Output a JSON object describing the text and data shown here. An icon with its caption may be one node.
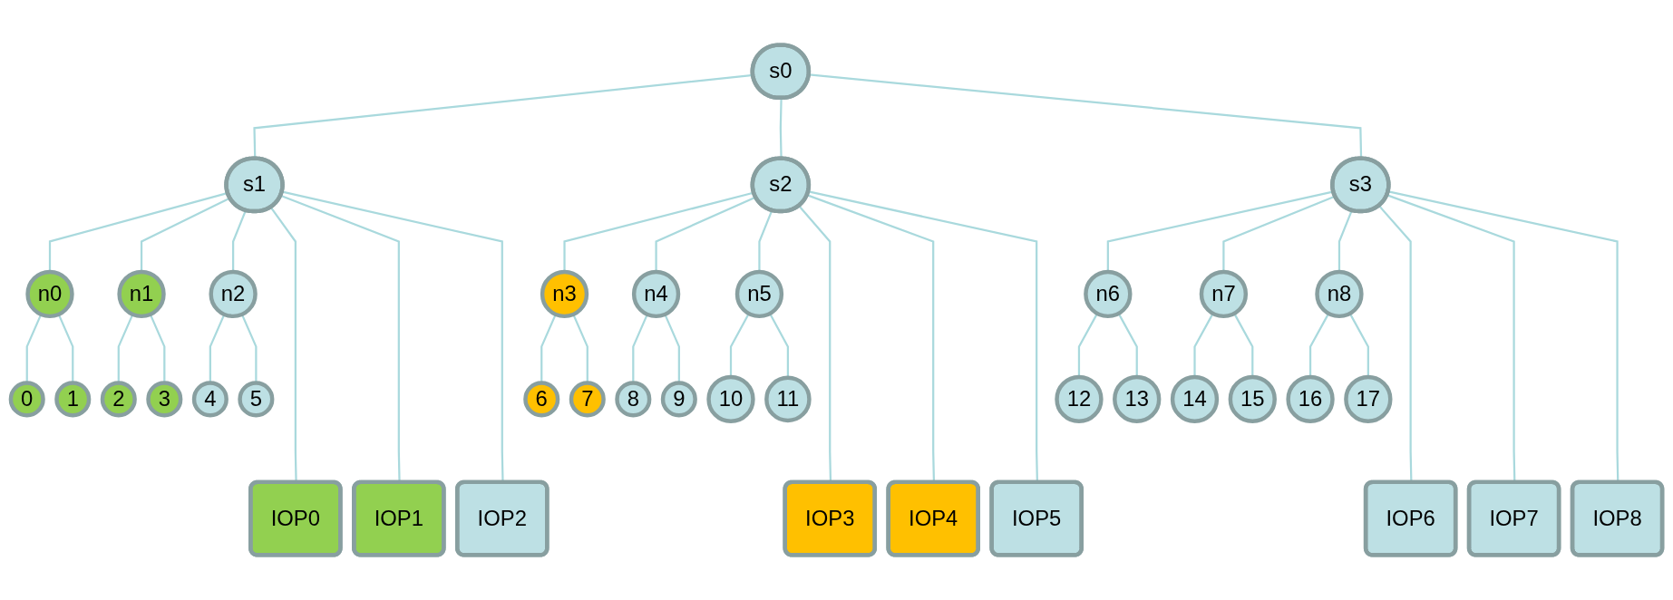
{
  "diagram": {
    "nodes": [
      {
        "text": [
          "s0"
        ]
      },
      {
        "text": [
          "s1"
        ]
      },
      {
        "text": [
          "s2"
        ]
      },
      {
        "text": [
          "s3"
        ]
      },
      {
        "text": [
          "n0"
        ]
      },
      {
        "text": [
          "n1"
        ]
      },
      {
        "text": [
          "n2"
        ]
      },
      {
        "text": [
          "n3"
        ]
      },
      {
        "text": [
          "n4"
        ]
      },
      {
        "text": [
          "n5"
        ]
      },
      {
        "text": [
          "n6"
        ]
      },
      {
        "text": [
          "n7"
        ]
      },
      {
        "text": [
          "n8"
        ]
      },
      {
        "text": [
          "0"
        ]
      },
      {
        "text": [
          "1"
        ]
      },
      {
        "text": [
          "2"
        ]
      },
      {
        "text": [
          "3"
        ]
      },
      {
        "text": [
          "4"
        ]
      },
      {
        "text": [
          "5"
        ]
      },
      {
        "text": [
          "6"
        ]
      },
      {
        "text": [
          "7"
        ]
      },
      {
        "text": [
          "8"
        ]
      },
      {
        "text": [
          "9"
        ]
      },
      {
        "text": [
          "10"
        ]
      },
      {
        "text": [
          "11"
        ]
      },
      {
        "text": [
          "12"
        ]
      },
      {
        "text": [
          "13"
        ]
      },
      {
        "text": [
          "14"
        ]
      },
      {
        "text": [
          "15"
        ]
      },
      {
        "text": [
          "16"
        ]
      },
      {
        "text": [
          "17"
        ]
      },
      {
        "text": [
          "IOP0"
        ]
      },
      {
        "text": [
          "IOP1"
        ]
      },
      {
        "text": [
          "IOP2"
        ]
      },
      {
        "text": [
          "IOP3"
        ]
      },
      {
        "text": [
          "IOP4"
        ]
      },
      {
        "text": [
          "IOP5"
        ]
      },
      {
        "text": [
          "IOP6"
        ]
      },
      {
        "text": [
          "IOP7"
        ]
      },
      {
        "text": [
          "IOP8"
        ]
      }
    ],
    "edges": [
      {
        "from": 0,
        "to": 1,
        "arrow": "none"
      },
      {
        "from": 0,
        "to": 2,
        "arrow": "none"
      },
      {
        "from": 0,
        "to": 3,
        "arrow": "none"
      },
      {
        "from": 1,
        "to": 4,
        "arrow": "none"
      },
      {
        "from": 1,
        "to": 5,
        "arrow": "none"
      },
      {
        "from": 1,
        "to": 6,
        "arrow": "none"
      },
      {
        "from": 1,
        "to": 31,
        "arrow": "none"
      },
      {
        "from": 1,
        "to": 32,
        "arrow": "none"
      },
      {
        "from": 1,
        "to": 33,
        "arrow": "none"
      },
      {
        "from": 2,
        "to": 7,
        "arrow": "none"
      },
      {
        "from": 2,
        "to": 8,
        "arrow": "none"
      },
      {
        "from": 2,
        "to": 9,
        "arrow": "none"
      },
      {
        "from": 2,
        "to": 34,
        "arrow": "none"
      },
      {
        "from": 2,
        "to": 35,
        "arrow": "none"
      },
      {
        "from": 2,
        "to": 36,
        "arrow": "none"
      },
      {
        "from": 3,
        "to": 10,
        "arrow": "none"
      },
      {
        "from": 3,
        "to": 11,
        "arrow": "none"
      },
      {
        "from": 3,
        "to": 12,
        "arrow": "none"
      },
      {
        "from": 3,
        "to": 37,
        "arrow": "none"
      },
      {
        "from": 3,
        "to": 38,
        "arrow": "none"
      },
      {
        "from": 3,
        "to": 39,
        "arrow": "none"
      },
      {
        "from": 4,
        "to": 13,
        "arrow": "none"
      },
      {
        "from": 4,
        "to": 14,
        "arrow": "none"
      },
      {
        "from": 5,
        "to": 15,
        "arrow": "none"
      },
      {
        "from": 5,
        "to": 16,
        "arrow": "none"
      },
      {
        "from": 6,
        "to": 17,
        "arrow": "none"
      },
      {
        "from": 6,
        "to": 18,
        "arrow": "none"
      },
      {
        "from": 7,
        "to": 19,
        "arrow": "none"
      },
      {
        "from": 7,
        "to": 20,
        "arrow": "none"
      },
      {
        "from": 8,
        "to": 21,
        "arrow": "none"
      },
      {
        "from": 8,
        "to": 22,
        "arrow": "none"
      },
      {
        "from": 9,
        "to": 23,
        "arrow": "none"
      },
      {
        "from": 9,
        "to": 24,
        "arrow": "none"
      },
      {
        "from": 10,
        "to": 25,
        "arrow": "none"
      },
      {
        "from": 10,
        "to": 26,
        "arrow": "none"
      },
      {
        "from": 11,
        "to": 27,
        "arrow": "none"
      },
      {
        "from": 11,
        "to": 28,
        "arrow": "none"
      },
      {
        "from": 12,
        "to": 29,
        "arrow": "none"
      },
      {
        "from": 12,
        "to": 30,
        "arrow": "none"
      }
    ]
  }
}
